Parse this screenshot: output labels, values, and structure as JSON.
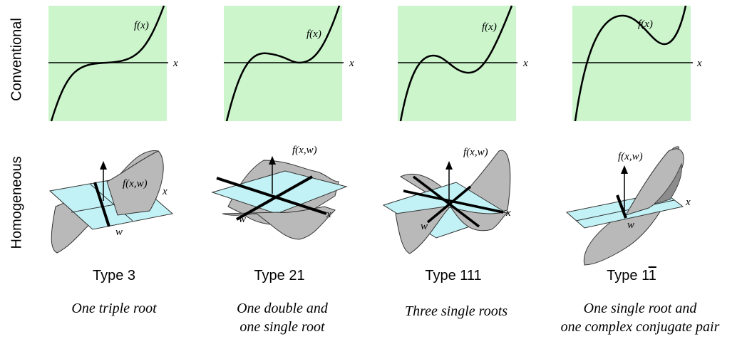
{
  "row_labels": {
    "conventional": "Conventional",
    "homogeneous": "Homogeneous"
  },
  "axis_labels": {
    "x": "x",
    "w": "w",
    "fx": "f(x)",
    "fxw": "f(x,w)"
  },
  "types": [
    {
      "base": "Type 3",
      "bar": "",
      "line1": "One triple root",
      "line2": ""
    },
    {
      "base": "Type 21",
      "bar": "",
      "line1": "One double and",
      "line2": "one single root"
    },
    {
      "base": "Type 111",
      "bar": "",
      "line1": "Three single roots",
      "line2": ""
    },
    {
      "base": "Type 1",
      "bar": "1",
      "line1": "One single root and",
      "line2": "one complex conjugate pair"
    }
  ],
  "colors": {
    "plot_bg": "#ccf5cc",
    "plane": "#c2f2f6",
    "surface": "#b9b9b9"
  }
}
